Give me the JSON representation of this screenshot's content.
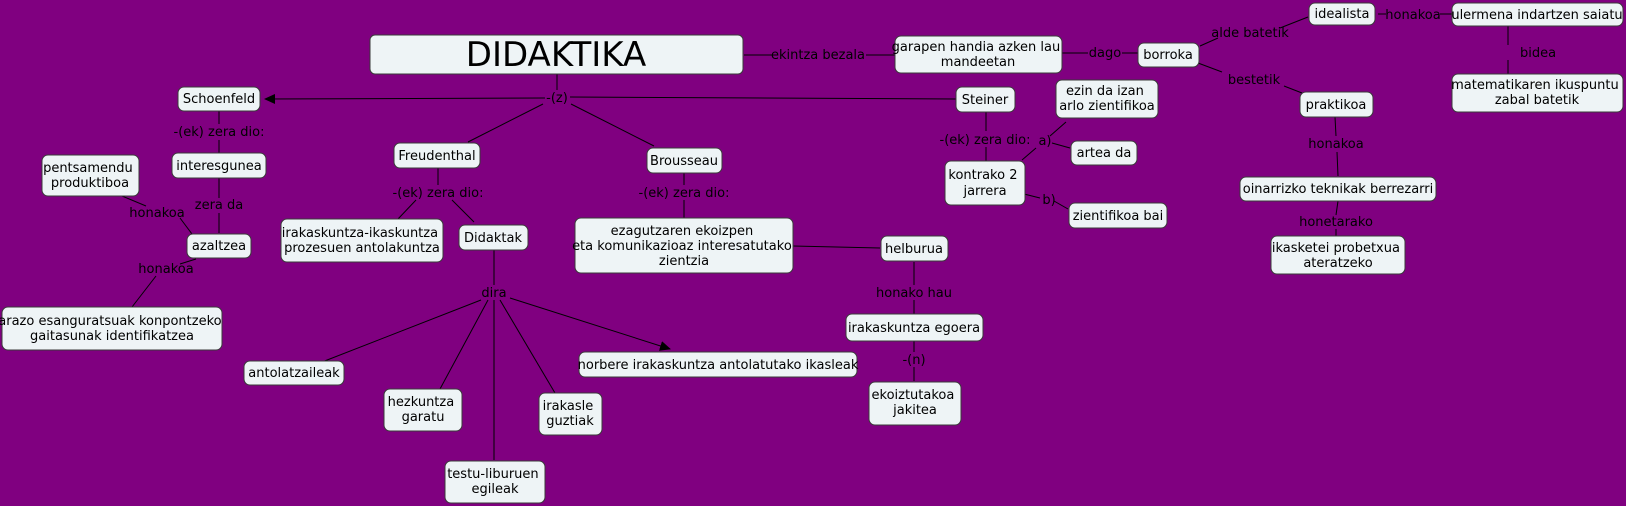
{
  "colors": {
    "background": "#800080",
    "node_fill": "#eef4f6",
    "node_border": "#3a3a3a",
    "line": "#000000"
  },
  "nodes": {
    "didaktika": "DIDAKTIKA",
    "garapen": [
      "garapen handia azken lau",
      "mandeetan"
    ],
    "borroka": "borroka",
    "idealista": "idealista",
    "ulermena": "ulermena indartzen saiatu",
    "matematikaren": [
      "matematikaren ikuspuntu",
      "zabal batetik"
    ],
    "praktikoa": "praktikoa",
    "oinarrizko": "oinarrizko teknikak berrezarri",
    "ikasketei": [
      "ikasketei probetxua",
      "ateratzeko"
    ],
    "steiner": "Steiner",
    "ezin": [
      "ezin da izan",
      "arlo zientifikoa"
    ],
    "artea": "artea da",
    "kontrako": [
      "kontrako 2",
      "jarrera"
    ],
    "zientifikoa": "zientifikoa bai",
    "schoenfeld": "Schoenfeld",
    "interesgunea": "interesgunea",
    "pentsamendu": [
      "pentsamendu",
      "produktiboa"
    ],
    "azaltzea": "azaltzea",
    "arazo": [
      "arazo esanguratsuak konpontzeko",
      "gaitasunak identifikatzea"
    ],
    "freudenthal": "Freudenthal",
    "irakaskuntza_ikaskuntza": [
      "irakaskuntza-ikaskuntza",
      "prozesuen antolakuntza"
    ],
    "didaktak": "Didaktak",
    "antolatzaileak": "antolatzaileak",
    "hezkuntza": [
      "hezkuntza",
      "garatu"
    ],
    "irakasle": [
      "irakasle",
      "guztiak"
    ],
    "testu": [
      "testu-liburuen",
      "egileak"
    ],
    "norbere": "norbere irakaskuntza antolatutako ikasleak",
    "brousseau": "Brousseau",
    "ezagutzaren": [
      "ezagutzaren ekoizpen",
      "eta komunikazioaz interesatutako",
      "zientzia"
    ],
    "helburua": "helburua",
    "irakaskuntza_egoera": "irakaskuntza egoera",
    "ekoiztutakoa": [
      "ekoiztutakoa",
      "jakitea"
    ]
  },
  "links": {
    "ekintza_bezala": "ekintza bezala",
    "dago": "dago",
    "alde_batetik": "alde batetik",
    "bestetik": "bestetik",
    "honakoa_ideal": "honakoa",
    "bidea": "bidea",
    "honakoa_prakt": "honakoa",
    "honetarako": "honetarako",
    "z": "-(z)",
    "ek_steiner": "-(ek) zera dio:",
    "a": "a)",
    "b": "b)",
    "ek_schoenfeld": "-(ek) zera dio:",
    "zera_da": "zera da",
    "honakoa_azal1": "honakoa",
    "honakoa_azal2": "honakoa",
    "ek_freudenthal": "-(ek) zera dio:",
    "dira": "dira",
    "ek_brousseau": "-(ek) zera dio:",
    "honako_hau": "honako hau",
    "n": "-(n)"
  }
}
